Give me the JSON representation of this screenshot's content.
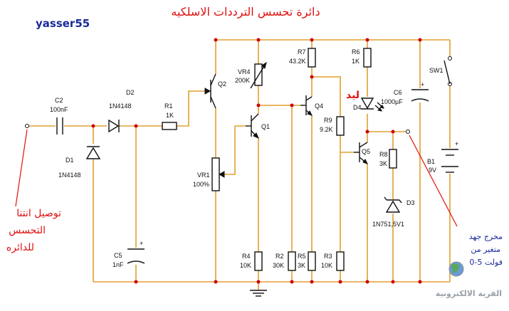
{
  "title": "دائرة تحسس الترددات الاسلكيه",
  "author": "yasser55",
  "antenna_note": [
    "توصيل انتنا",
    "التحسس",
    "للدائره"
  ],
  "output_note": [
    "مخرج جهد",
    "متغير من",
    "فولت 5-0"
  ],
  "led_note": "ليد",
  "logo_text": "القرية الالكترونية",
  "components": {
    "C2": {
      "ref": "C2",
      "value": "100nF"
    },
    "D2": {
      "ref": "D2",
      "value": "1N4148"
    },
    "D1": {
      "ref": "D1",
      "value": "1N4148"
    },
    "R1": {
      "ref": "R1",
      "value": "1K"
    },
    "Q2": {
      "ref": "Q2"
    },
    "VR4": {
      "ref": "VR4",
      "value": "200K"
    },
    "R7": {
      "ref": "R7",
      "value": "43.2K"
    },
    "R6": {
      "ref": "R6",
      "value": "1K"
    },
    "Q1": {
      "ref": "Q1"
    },
    "Q4": {
      "ref": "Q4"
    },
    "D4": {
      "ref": "D4"
    },
    "C6": {
      "ref": "C6",
      "value": "1000µF"
    },
    "SW1": {
      "ref": "SW1"
    },
    "R9": {
      "ref": "R9",
      "value": "9.2K"
    },
    "Q5": {
      "ref": "Q5"
    },
    "R8": {
      "ref": "R8",
      "value": "3K"
    },
    "B1": {
      "ref": "B1",
      "value": "9V"
    },
    "VR1": {
      "ref": "VR1",
      "value": "100%"
    },
    "D3": {
      "ref": "D3",
      "value": "1N751,5V1"
    },
    "C5": {
      "ref": "C5",
      "value": "1nF"
    },
    "R4": {
      "ref": "R4",
      "value": "10K"
    },
    "R2": {
      "ref": "R2",
      "value": "30K"
    },
    "R5": {
      "ref": "R5",
      "value": "3K"
    },
    "R3": {
      "ref": "R3",
      "value": "10K"
    }
  },
  "colors": {
    "wire": "#e0a030",
    "junction": "#cc0000",
    "title": "#e01010",
    "note": "#1a2a9a"
  }
}
